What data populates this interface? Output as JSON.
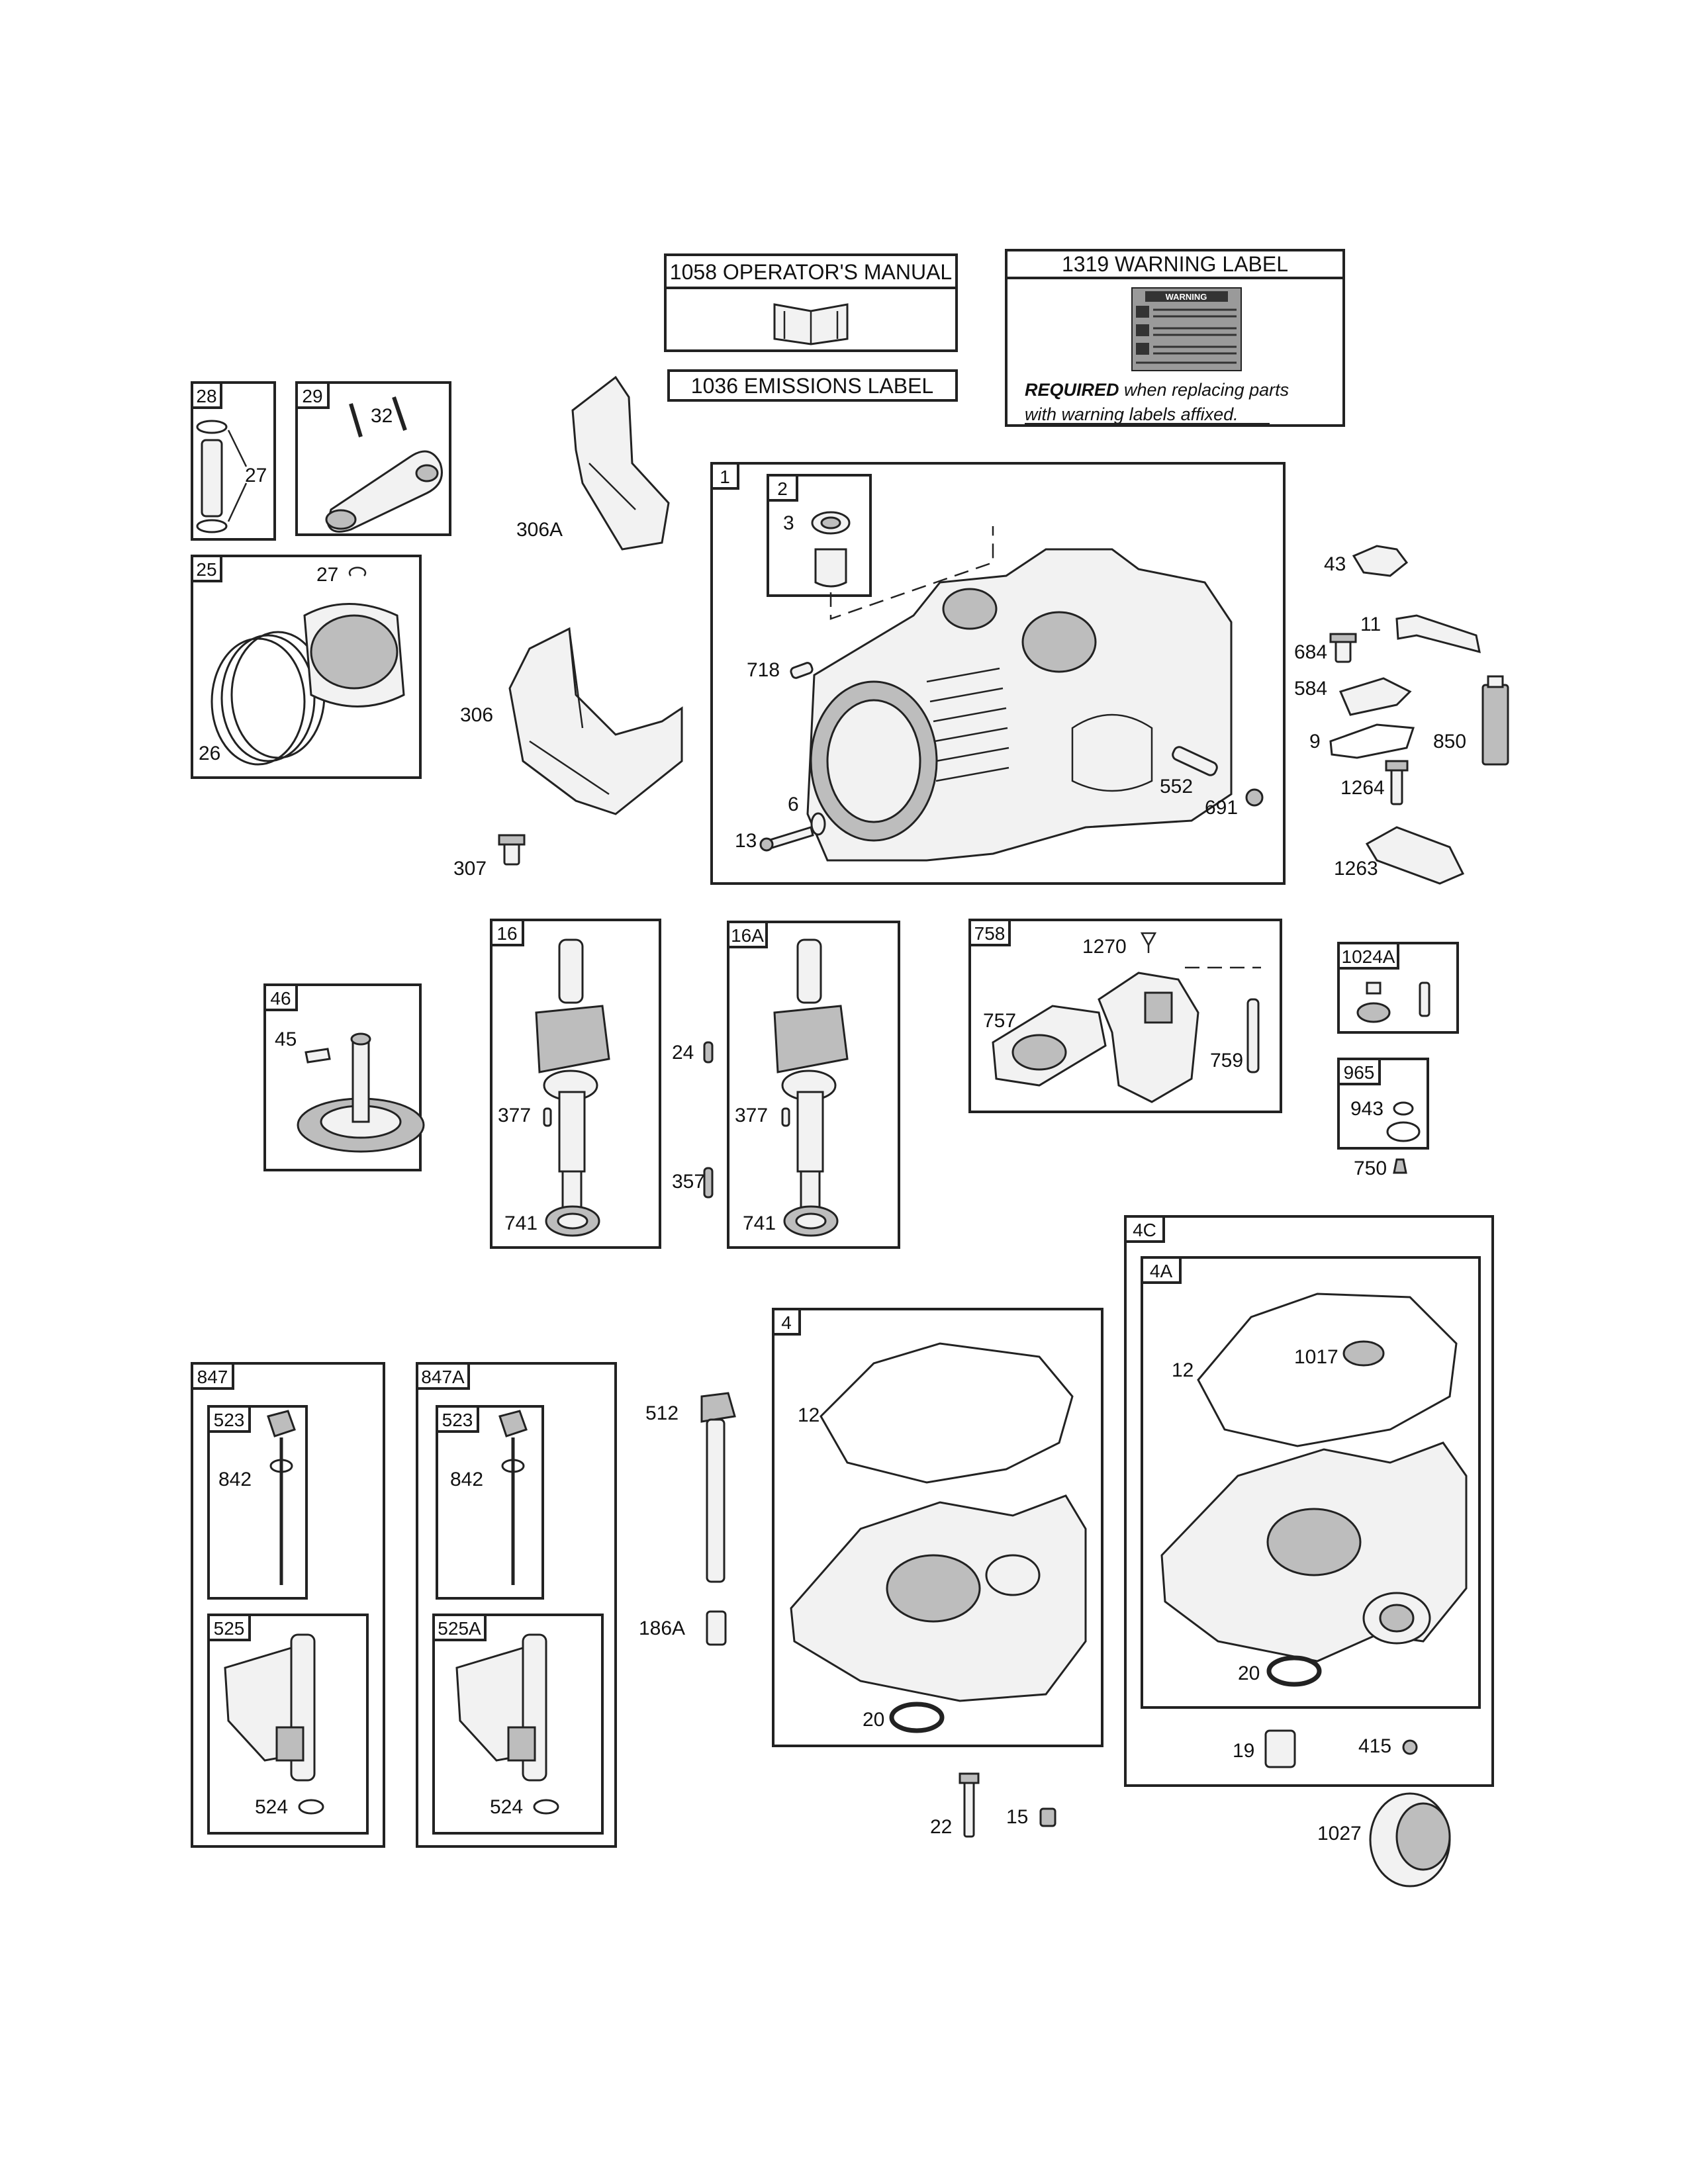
{
  "manual_label": "1058 OPERATOR'S MANUAL",
  "emissions_label": "1036 EMISSIONS LABEL",
  "warning": {
    "title": "1319 WARNING LABEL",
    "sticker_heading": "WARNING",
    "required_bold": "REQUIRED",
    "required_rest": " when replacing parts",
    "required_line2": "with warning labels affixed."
  },
  "group_tags": {
    "g28": "28",
    "g29": "29",
    "g25": "25",
    "g1": "1",
    "g2": "2",
    "g46": "46",
    "g16": "16",
    "g16a": "16A",
    "g758": "758",
    "g1024a": "1024A",
    "g965": "965",
    "g4c": "4C",
    "g4a": "4A",
    "g4": "4",
    "g847": "847",
    "g523": "523",
    "g525": "525",
    "g847a": "847A",
    "g523b": "523",
    "g525a": "525A"
  },
  "callouts": {
    "c27a": "27",
    "c32": "32",
    "c306a": "306A",
    "c27b": "27",
    "c26": "26",
    "c306": "306",
    "c307": "307",
    "c3": "3",
    "c718": "718",
    "c6": "6",
    "c13": "13",
    "c552": "552",
    "c691": "691",
    "c43": "43",
    "c11": "11",
    "c684": "684",
    "c584": "584",
    "c9": "9",
    "c850": "850",
    "c1264": "1264",
    "c1263": "1263",
    "c45": "45",
    "c377a": "377",
    "c741a": "741",
    "c24": "24",
    "c357": "357",
    "c377b": "377",
    "c741b": "741",
    "c1270": "1270",
    "c757": "757",
    "c759": "759",
    "c943": "943",
    "c750": "750",
    "c12a": "12",
    "c1017": "1017",
    "c20a": "20",
    "c19": "19",
    "c415": "415",
    "c1027": "1027",
    "c512": "512",
    "c186a": "186A",
    "c12b": "12",
    "c20b": "20",
    "c22": "22",
    "c15": "15",
    "c842a": "842",
    "c524a": "524",
    "c842b": "842",
    "c524b": "524"
  }
}
